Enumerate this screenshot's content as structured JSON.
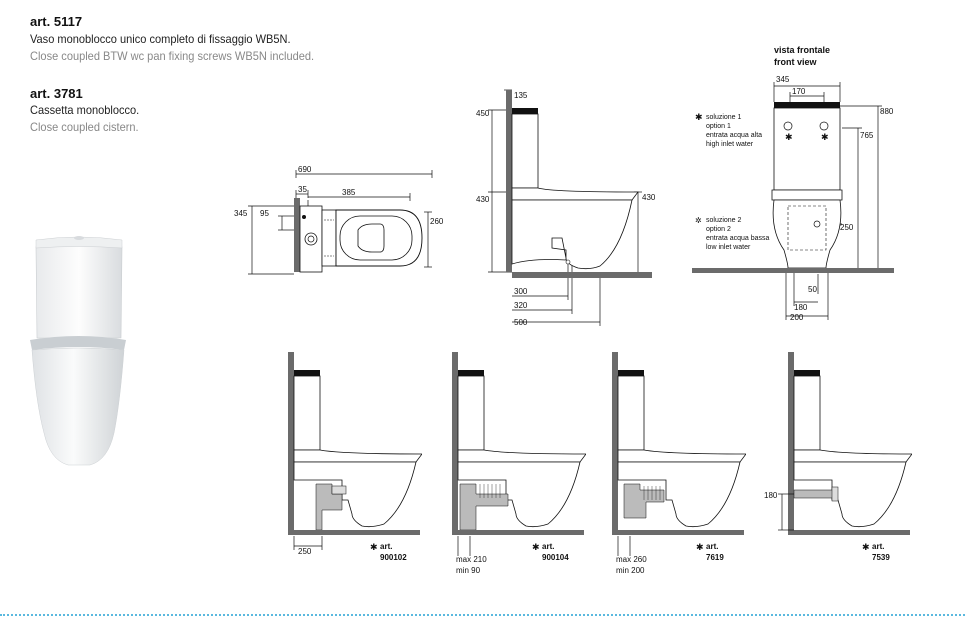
{
  "products": [
    {
      "code": "art. 5117",
      "desc_it": "Vaso monoblocco unico completo di fissaggio WB5N.",
      "desc_en": "Close coupled BTW wc pan fixing screws WB5N included."
    },
    {
      "code": "art. 3781",
      "desc_it": "Cassetta monoblocco.",
      "desc_en": "Close coupled cistern."
    }
  ],
  "top_view": {
    "dims": {
      "total": "690",
      "a": "35",
      "b": "385",
      "h_left": "345",
      "h_small": "95",
      "h_right": "260"
    }
  },
  "side_view": {
    "dims": {
      "cistern": "450",
      "top": "135",
      "pan": "430",
      "right": "430",
      "d1": "300",
      "d2": "320",
      "d3": "500"
    }
  },
  "front_view": {
    "title_it": "vista frontale",
    "title_en": "front view",
    "dims": {
      "w_total": "345",
      "w_inner": "170",
      "h_total": "880",
      "h_mid": "765",
      "h_250": "250",
      "h_50": "50",
      "w_180": "180",
      "w_200": "200"
    },
    "solution1": [
      "soluzione 1",
      "option 1",
      "entrata acqua alta",
      "high inlet water"
    ],
    "solution2": [
      "soluzione 2",
      "option 2",
      "entrata acqua bassa",
      "low inlet water"
    ]
  },
  "installations": [
    {
      "art_label": "art.",
      "art_code": "900102",
      "dim": "250"
    },
    {
      "art_label": "art.",
      "art_code": "900104",
      "max": "max 210",
      "min": "min  90"
    },
    {
      "art_label": "art.",
      "art_code": "7619",
      "max": "max 260",
      "min": "min  200"
    },
    {
      "art_label": "art.",
      "art_code": "7539",
      "dim": "180"
    }
  ]
}
